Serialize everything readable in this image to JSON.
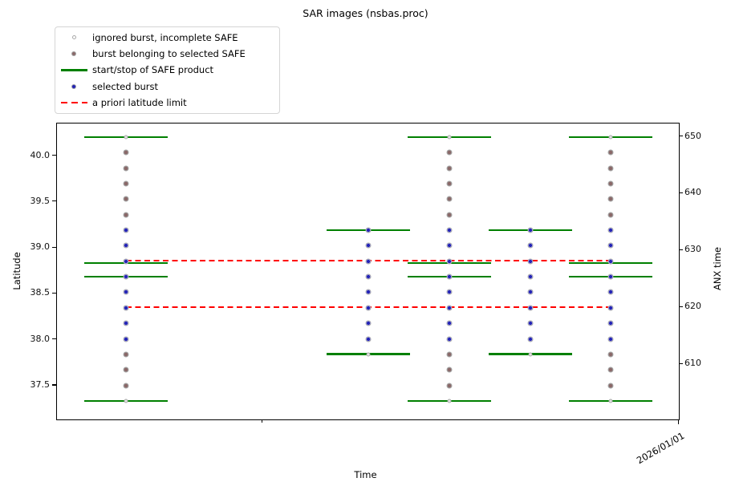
{
  "title": "SAR images (nsbas.proc)",
  "axes": {
    "left_label": "Latitude",
    "right_label": "ANX time",
    "bottom_label": "Time",
    "x_tick_label": "2026/01/01"
  },
  "legend": {
    "items": [
      {
        "label": "ignored burst, incomplete SAFE",
        "marker": "small-gray-open-dot"
      },
      {
        "label": "burst belonging to selected SAFE",
        "marker": "gray-dot"
      },
      {
        "label": "start/stop of SAFE product",
        "marker": "green-line"
      },
      {
        "label": "selected burst",
        "marker": "blue-dot"
      },
      {
        "label": "a priori latitude limit",
        "marker": "red-dashed-line"
      }
    ]
  },
  "colors": {
    "safe_line": "#008000",
    "limit_line": "#ff0000",
    "selected_burst": "#2323b4",
    "other_burst_center": "#8a6868",
    "marker_ring": "#a8a8a8"
  },
  "chart_data": {
    "type": "scatter",
    "title": "SAR images (nsbas.proc)",
    "xlabel": "Time",
    "ylabel_left": "Latitude",
    "ylabel_right": "ANX time",
    "ylim_left": [
      37.128,
      40.349
    ],
    "ylim_right": [
      600.2,
      652.26
    ],
    "yticks_left": [
      40.0,
      39.5,
      39.0,
      38.5,
      38.0,
      37.5
    ],
    "yticks_right": [
      650,
      640,
      630,
      620,
      610
    ],
    "x_minor_tick_frac": 0.33,
    "x_major_tick_frac": 1.0,
    "x_major_tick_label": "2026/01/01",
    "grid": false,
    "legend_loc": "upper left",
    "latitude_limits": [
      38.86,
      38.35
    ],
    "limit_x_frac": [
      0.111,
      0.893
    ],
    "safe_width_frac": 0.1342,
    "burst_grid": {
      "lat_start": 40.2,
      "lat_step": -0.1688,
      "count": 18
    },
    "column_kinds": {
      "full": {
        "ignored": [
          0,
          17
        ],
        "belonging": [
          1,
          2,
          3,
          4,
          5,
          14,
          15,
          16
        ],
        "selected": [
          6,
          7,
          8,
          9,
          10,
          11,
          12,
          13
        ],
        "safe_edges_lat": [
          40.2,
          38.83,
          38.68,
          37.33
        ]
      },
      "short": {
        "ignored": [
          14
        ],
        "belonging": [],
        "selected": [
          6,
          7,
          8,
          9,
          10,
          11,
          12,
          13
        ],
        "safe_edges_lat": [
          39.19,
          37.84
        ]
      }
    },
    "columns": [
      {
        "x_frac": 0.111,
        "kind": "full"
      },
      {
        "x_frac": 0.5006,
        "kind": "short"
      },
      {
        "x_frac": 0.631,
        "kind": "full"
      },
      {
        "x_frac": 0.7606,
        "kind": "short"
      },
      {
        "x_frac": 0.8903,
        "kind": "full"
      }
    ]
  }
}
